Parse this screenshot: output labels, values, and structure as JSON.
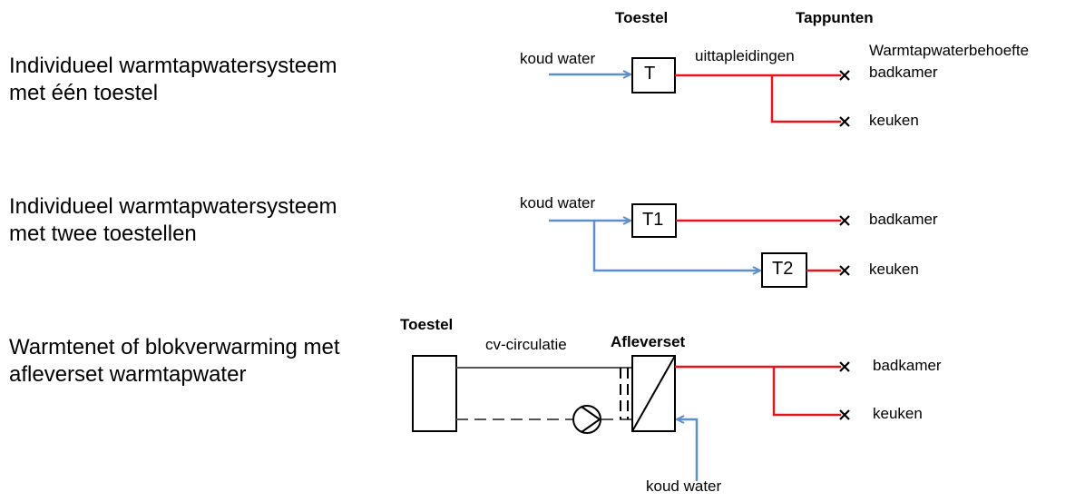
{
  "header": {
    "toestel": "Toestel",
    "tappunten": "Tappunten"
  },
  "colors": {
    "hot": "#e8141b",
    "cold": "#5b8fd0",
    "line": "#000000",
    "circ": "#555555"
  },
  "row1": {
    "title_line1": "Individueel warmtapwatersysteem",
    "title_line2": "met één toestel",
    "cold_label": "koud water",
    "device": "T",
    "pipe_label": "uittapleidingen",
    "demand_label": "Warmtapwaterbehoefte",
    "tap1": "badkamer",
    "tap2": "keuken"
  },
  "row2": {
    "title_line1": "Individueel warmtapwatersysteem",
    "title_line2": "met twee toestellen",
    "cold_label": "koud water",
    "device1": "T1",
    "device2": "T2",
    "tap1": "badkamer",
    "tap2": "keuken"
  },
  "row3": {
    "title_line1": "Warmtenet of blokverwarming met",
    "title_line2": "afleverset warmtapwater",
    "device_label": "Toestel",
    "circ_label": "cv-circulatie",
    "afleverset_label": "Afleverset",
    "tap1": "badkamer",
    "tap2": "keuken",
    "cold_label": "koud water",
    "pump_icon": "pump-icon",
    "exchanger_icon": "heat-exchanger-icon"
  }
}
